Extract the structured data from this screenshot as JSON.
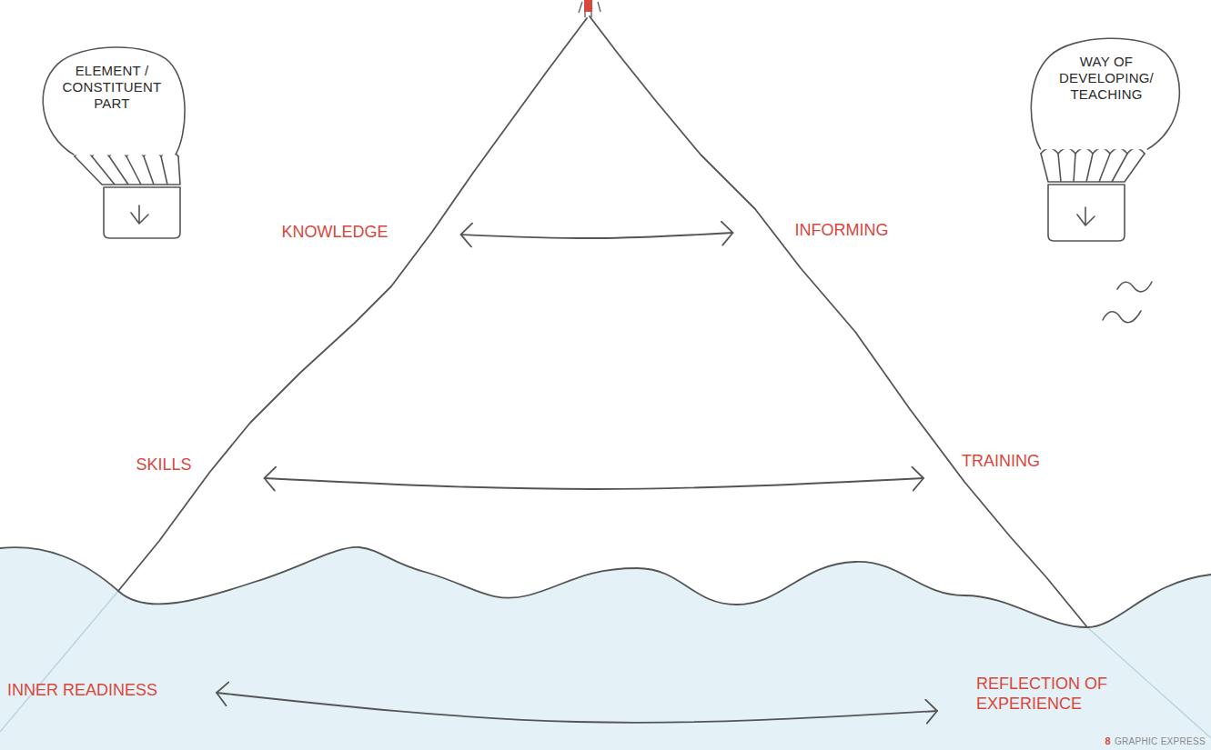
{
  "diagram": {
    "nodes": [
      {
        "text": [
          "ELEMENT / CONSTITUENT PART"
        ]
      },
      {
        "text": [
          "WAY OF DEVELOPING/ TEACHING"
        ]
      },
      {
        "text": [
          "KNOWLEDGE"
        ]
      },
      {
        "text": [
          "INFORMING"
        ]
      },
      {
        "text": [
          "SKILLS"
        ]
      },
      {
        "text": [
          "TRAINING"
        ]
      },
      {
        "text": [
          "INNER READINESS"
        ]
      },
      {
        "text": [
          "REFLECTION OF EXPERIENCE"
        ]
      }
    ],
    "edges": [
      {
        "from": 2,
        "to": 3,
        "arrow": "both"
      },
      {
        "from": 4,
        "to": 5,
        "arrow": "both"
      },
      {
        "from": 6,
        "to": 7,
        "arrow": "both"
      }
    ],
    "labels": [
      "8",
      "GRAPHIC EXPRESS"
    ]
  }
}
